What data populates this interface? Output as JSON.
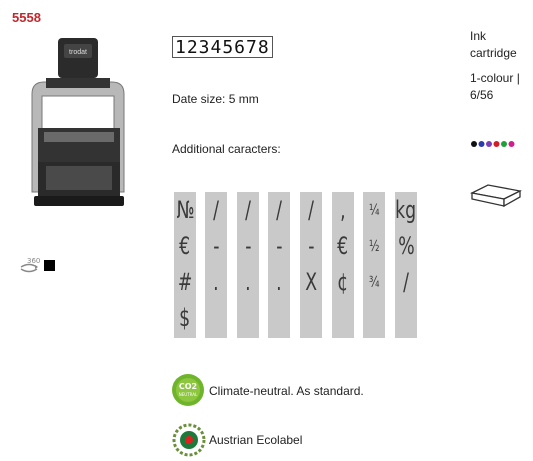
{
  "model_number": "5558",
  "band_digits": "12345678",
  "date_size": "Date size: 5 mm",
  "additional_label": "Additional caracters:",
  "character_columns": [
    [
      "№",
      "€",
      "#",
      "$"
    ],
    [
      "/",
      "-",
      "."
    ],
    [
      "/",
      "-",
      "."
    ],
    [
      "/",
      "-",
      "."
    ],
    [
      "/",
      "-",
      "X"
    ],
    [
      ",",
      "€",
      "¢"
    ],
    [
      "¼",
      "½",
      "¾"
    ],
    [
      "kg",
      "%",
      "/"
    ]
  ],
  "ink": {
    "label": "Ink cartridge",
    "colour_info": "1-colour | 6/56",
    "colors": [
      "#111111",
      "#2a3bb0",
      "#7a3fb8",
      "#d11f2a",
      "#1fa03a",
      "#d21d8f"
    ]
  },
  "icons": {
    "rotate": "rotate-360-icon",
    "rotate_label": "360°",
    "frame_color": "#000000",
    "cartridge": "ink-cartridge-icon"
  },
  "badges": {
    "co2_logo_text": "CO2 NEUTRAL",
    "climate_text": "Climate-neutral. As standard.",
    "ecolabel_text": "Austrian Ecolabel"
  }
}
